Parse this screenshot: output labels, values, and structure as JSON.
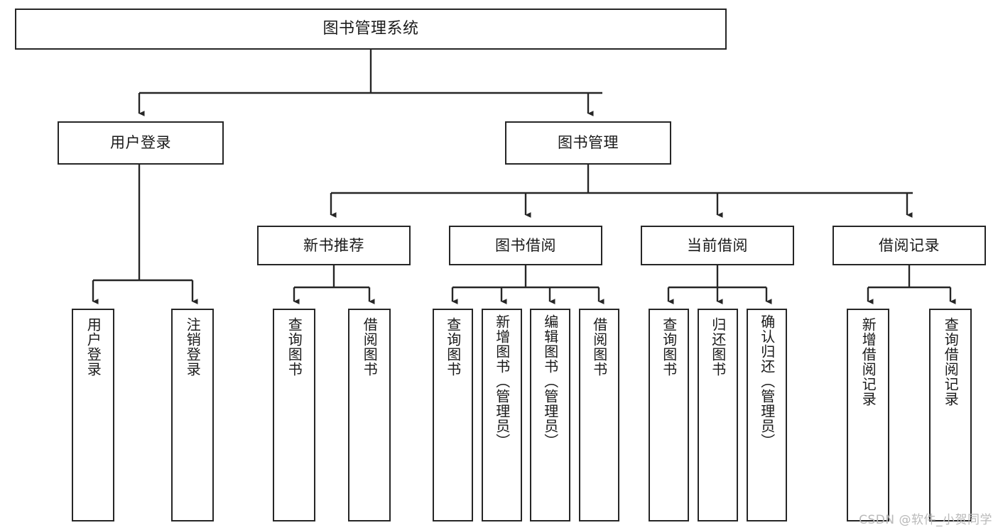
{
  "diagram": {
    "title": "图书管理系统",
    "type": "tree-hierarchy-diagram",
    "colors": {
      "box_border": "#262626",
      "box_fill": "#ffffff",
      "connector": "#262626",
      "text": "#1a1a1a",
      "watermark": "#b9b9b9",
      "background": "#ffffff"
    },
    "watermark": "CSDN @软件_小贺同学"
  },
  "nodes": {
    "root": {
      "label": "图书管理系统"
    },
    "level1": [
      {
        "label": "用户登录"
      },
      {
        "label": "图书管理"
      }
    ],
    "level2": [
      {
        "label": "新书推荐"
      },
      {
        "label": "图书借阅"
      },
      {
        "label": "当前借阅"
      },
      {
        "label": "借阅记录"
      }
    ],
    "leaves": {
      "user_login": [
        {
          "label": "用户登录"
        },
        {
          "label": "注销登录"
        }
      ],
      "new_book_recommend": [
        {
          "label": "查询图书"
        },
        {
          "label": "借阅图书"
        }
      ],
      "book_borrow": [
        {
          "label": "查询图书"
        },
        {
          "label": "新增图书（管理员）"
        },
        {
          "label": "编辑图书（管理员）"
        },
        {
          "label": "借阅图书"
        }
      ],
      "current_borrow": [
        {
          "label": "查询图书"
        },
        {
          "label": "归还图书"
        },
        {
          "label": "确认归还（管理员）"
        }
      ],
      "borrow_record": [
        {
          "label": "新增借阅记录"
        },
        {
          "label": "查询借阅记录"
        }
      ]
    }
  }
}
